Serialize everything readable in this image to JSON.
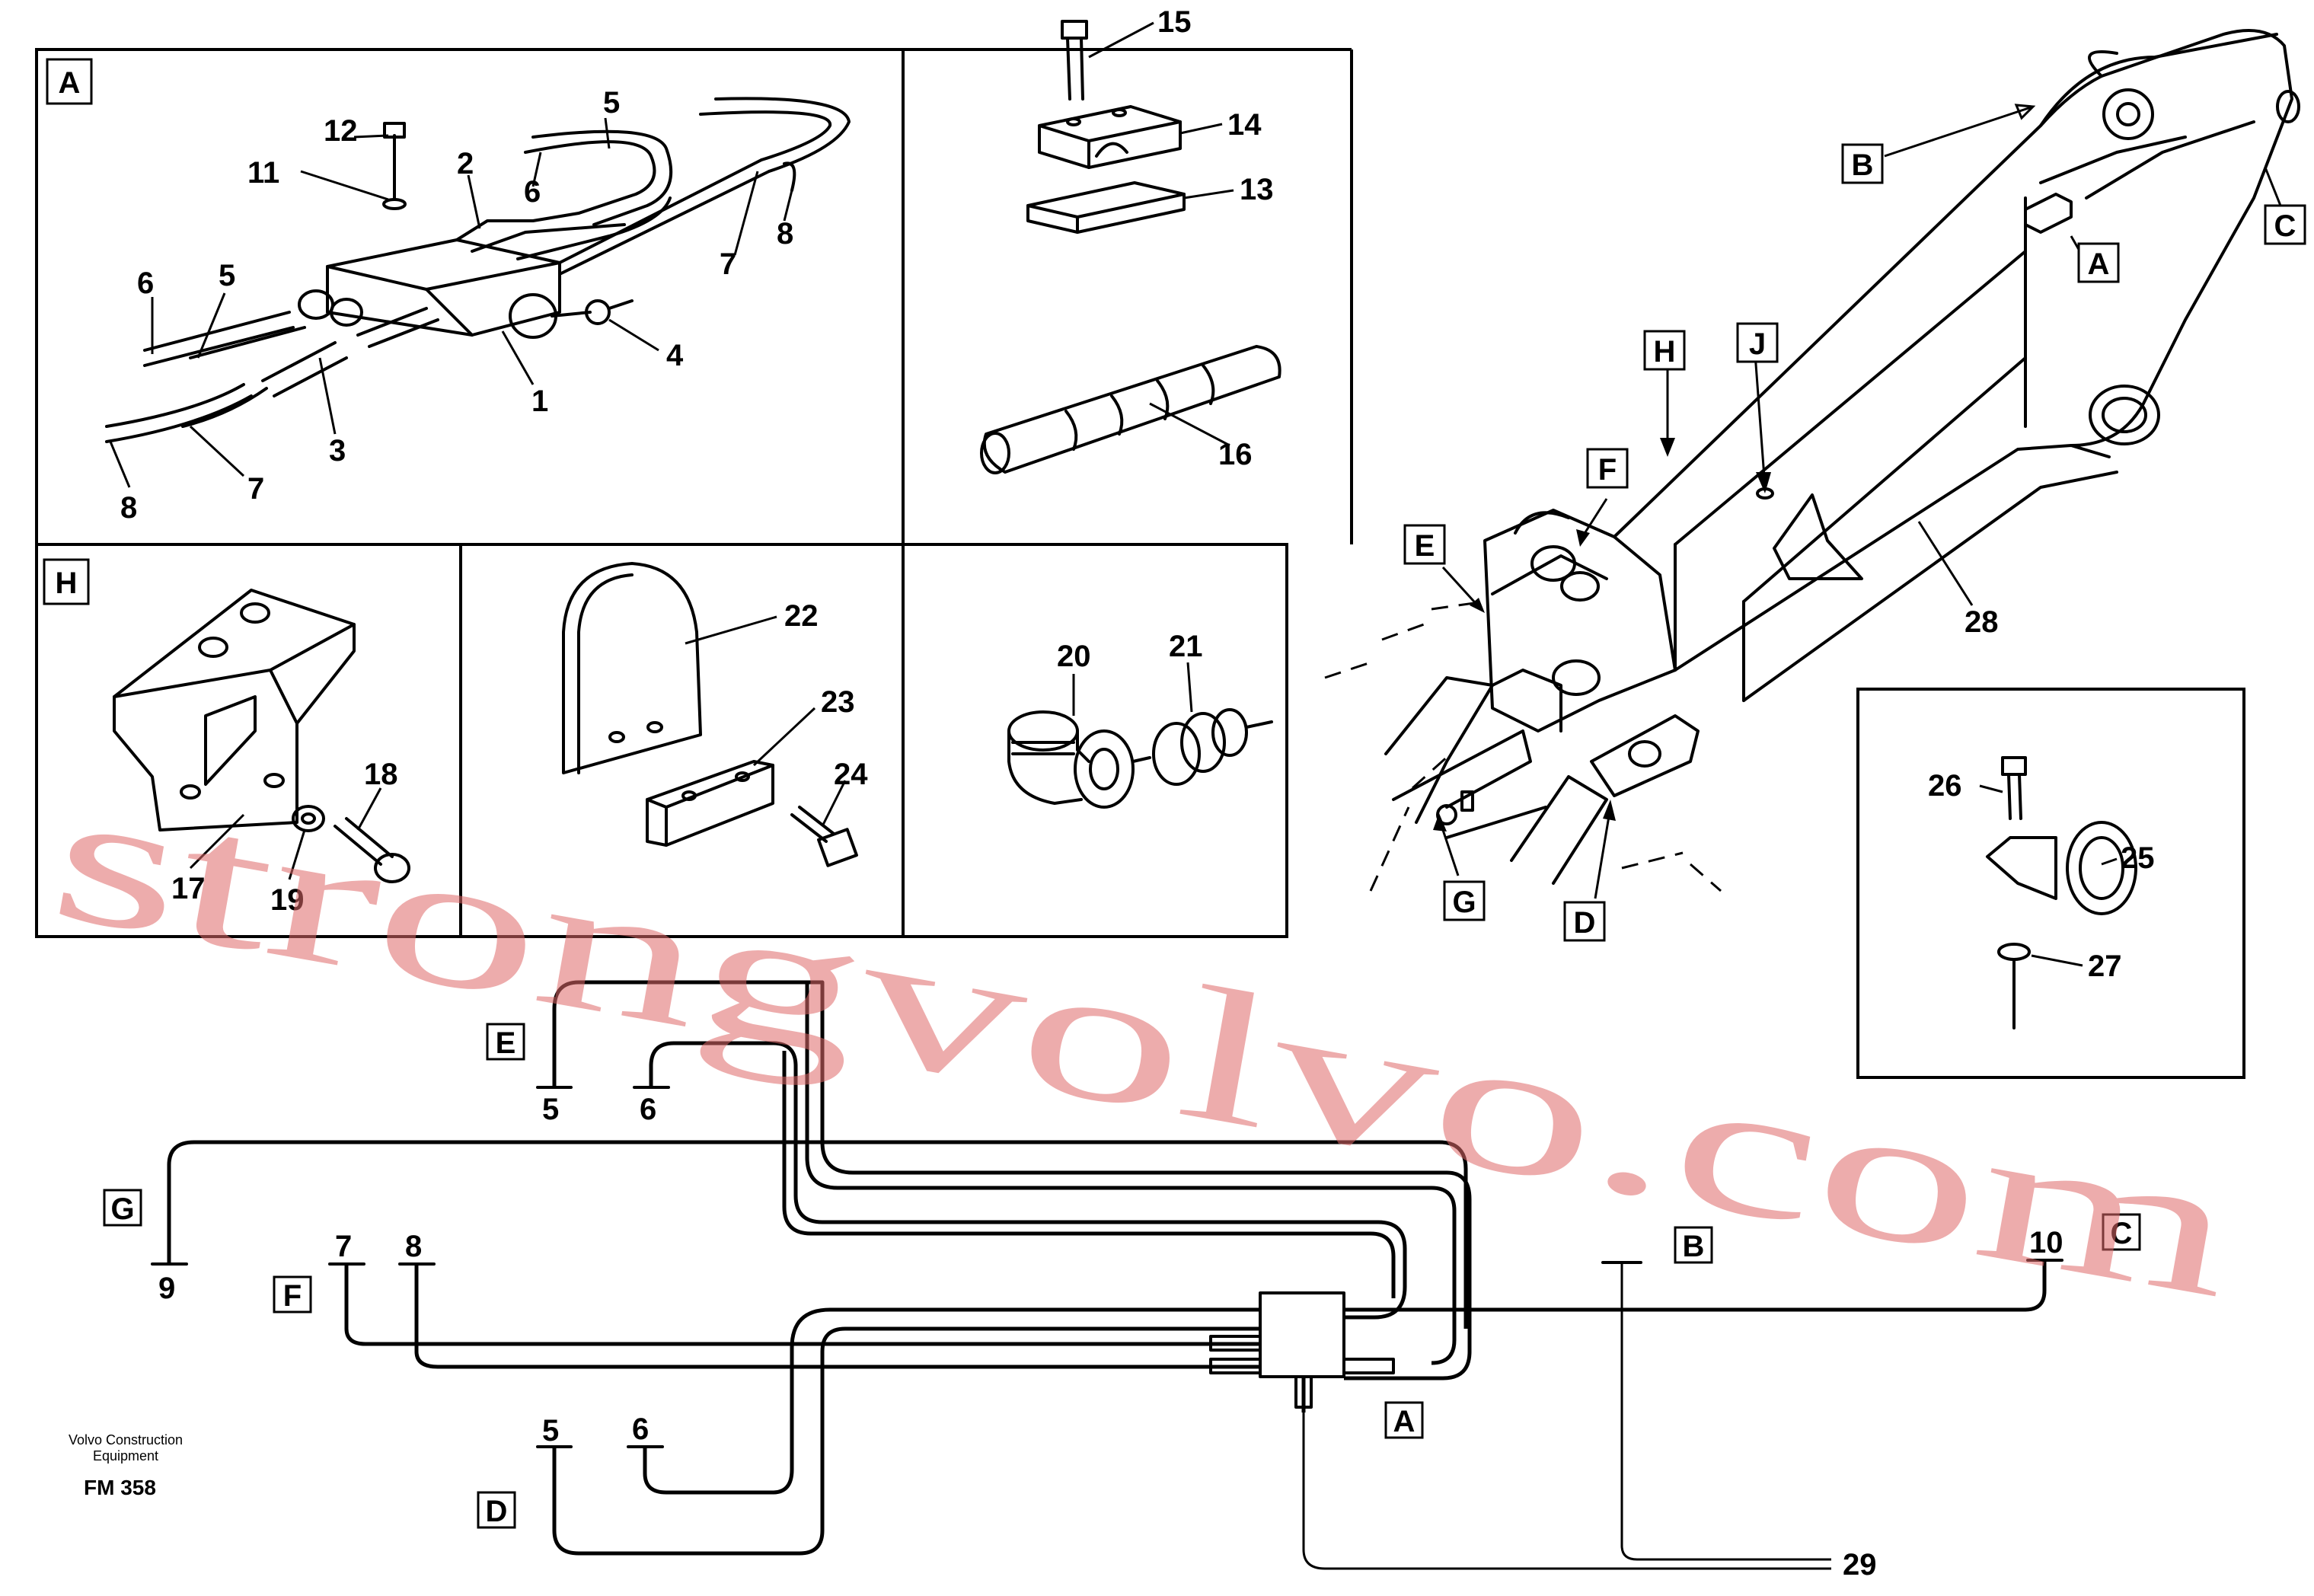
{
  "panels": {
    "A": {
      "letter": "A"
    },
    "H": {
      "letter": "H"
    }
  },
  "panel_a_numbers": [
    "12",
    "5",
    "2",
    "11",
    "6",
    "6",
    "5",
    "7",
    "8",
    "4",
    "1",
    "3",
    "7",
    "8"
  ],
  "panel_b_numbers": [
    "15",
    "14",
    "13",
    "16"
  ],
  "panel_h_numbers": [
    "18",
    "17",
    "19"
  ],
  "panel_plate_numbers": [
    "22",
    "23",
    "24"
  ],
  "panel_fittings_numbers": [
    "20",
    "21"
  ],
  "panel_clamp_numbers": [
    "26",
    "25",
    "27"
  ],
  "boom_labels": {
    "letters": [
      "B",
      "A",
      "C",
      "H",
      "J",
      "F",
      "E",
      "G",
      "D"
    ],
    "number": "28"
  },
  "schematic": {
    "letters": [
      "E",
      "G",
      "F",
      "D",
      "B",
      "C",
      "A"
    ],
    "numbers": [
      "5",
      "6",
      "9",
      "7",
      "8",
      "5",
      "6",
      "10",
      "29"
    ]
  },
  "footer": {
    "company_line1": "Volvo Construction",
    "company_line2": "Equipment",
    "code": "FM 358"
  },
  "watermark": "strongvolvo.com"
}
